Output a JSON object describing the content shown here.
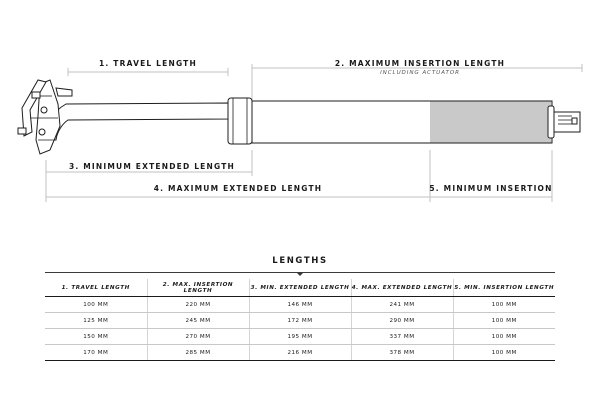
{
  "diagram": {
    "labels": {
      "travel_length": "1. TRAVEL LENGTH",
      "max_insertion_length": "2. MAXIMUM INSERTION LENGTH",
      "including_actuator": "INCLUDING ACTUATOR",
      "min_extended_length": "3. MINIMUM EXTENDED LENGTH",
      "max_extended_length": "4. MAXIMUM EXTENDED LENGTH",
      "min_insertion": "5. MINIMUM INSERTION"
    },
    "colors": {
      "min_insertion_zone": "#c9c9c9",
      "dimension_lines": "#c2c2c2",
      "outline": "#1e1e1e"
    }
  },
  "table": {
    "title": "LENGTHS",
    "headers": [
      "1. TRAVEL LENGTH",
      "2. MAX. INSERTION LENGTH",
      "3. MIN. EXTENDED LENGTH",
      "4. MAX. EXTENDED LENGTH",
      "5. MIN. INSERTION LENGTH"
    ],
    "rows": [
      [
        "100 MM",
        "220 MM",
        "146 MM",
        "241 MM",
        "100 MM"
      ],
      [
        "125 MM",
        "245 MM",
        "172 MM",
        "290 MM",
        "100 MM"
      ],
      [
        "150 MM",
        "270 MM",
        "195 MM",
        "337 MM",
        "100 MM"
      ],
      [
        "170 MM",
        "285 MM",
        "216 MM",
        "378 MM",
        "100 MM"
      ]
    ]
  }
}
